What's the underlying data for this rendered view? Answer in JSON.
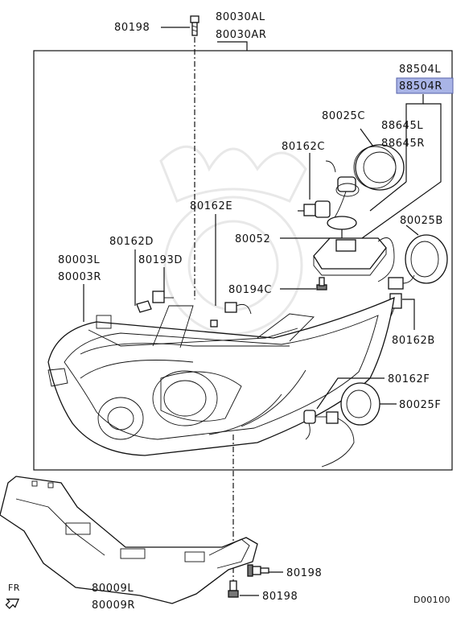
{
  "diagram": {
    "labels": {
      "bolt_top": "80198",
      "assembly_l": "80030AL",
      "assembly_r": "80030AR",
      "module_l": "88504L",
      "module_r": "88504R",
      "cap_c": "80025C",
      "harness_l": "88645L",
      "harness_r": "88645R",
      "bulb_c": "80162C",
      "bulb_e": "80162E",
      "oring": "80052",
      "cap_b": "80025B",
      "socket_d": "80162D",
      "socket_d2": "80193D",
      "housing_l": "80003L",
      "housing_r": "80003R",
      "screw_c": "80194C",
      "bulb_b": "80162B",
      "bulb_f": "80162F",
      "cap_f": "80025F",
      "bracket_l": "80009L",
      "bracket_r": "80009R",
      "bolt_bracket": "80198",
      "bolt_bottom": "80198",
      "front_marker": "FR",
      "drawing_code": "D00100"
    }
  }
}
